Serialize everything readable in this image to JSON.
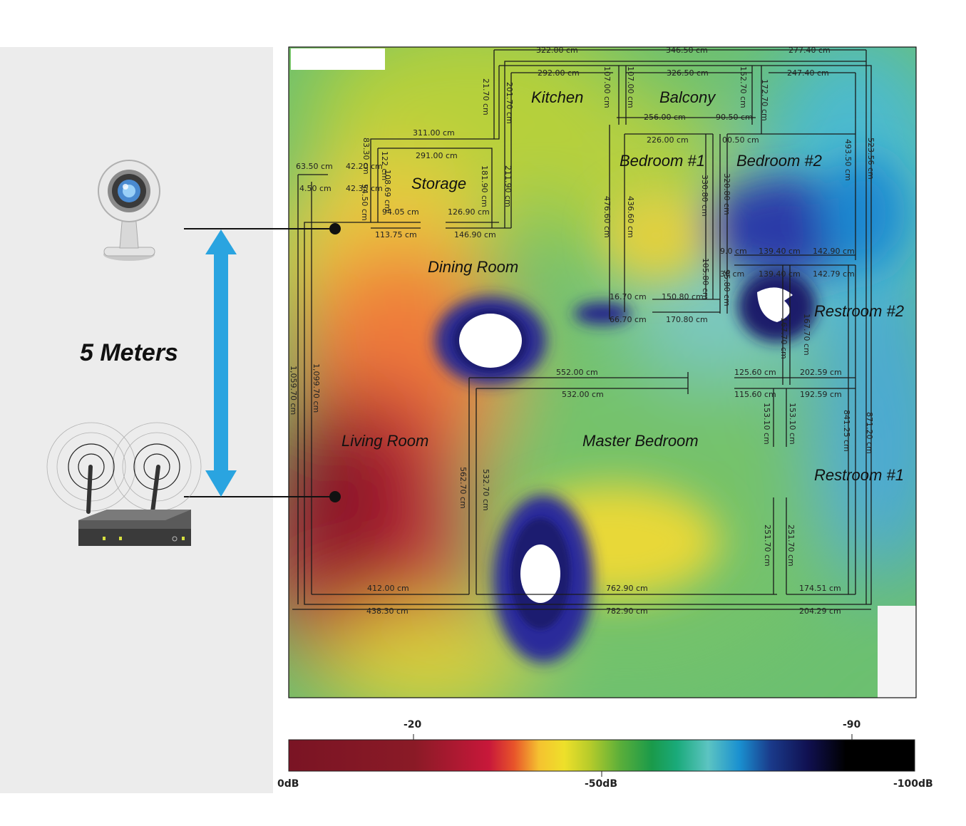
{
  "distance_label": "5 Meters",
  "rooms": {
    "kitchen": "Kitchen",
    "balcony": "Balcony",
    "storage": "Storage",
    "bedroom1": "Bedroom #1",
    "bedroom2": "Bedroom #2",
    "dining": "Dining Room",
    "restroom2": "Restroom #2",
    "living": "Living Room",
    "master": "Master Bedroom",
    "restroom1": "Restroom #1"
  },
  "dimensions": [
    "322.00 cm",
    "346.50 cm",
    "277.40 cm",
    "292.00 cm",
    "326.50 cm",
    "247.40 cm",
    "21.70 cm",
    "201.70 cm",
    "107.00 cm",
    "107.00 cm",
    "152.70 cm",
    "172.70 cm",
    "256.00 cm",
    "90.50 cm",
    "311.00 cm",
    "226.00 cm",
    "00.50 cm",
    "291.00 cm",
    "63.50 cm",
    "42.20 cm",
    "83.30 cm",
    "122 cm",
    "4.50 cm",
    "42.35 cm",
    "54.50 cm",
    "108.69 cm",
    "181.90 cm",
    "211.90 cm",
    "476.60 cm",
    "436.60 cm",
    "330.80 cm",
    "320.80 cm",
    "493.50 cm",
    "523.56 cm",
    "94.05 cm",
    "126.90 cm",
    "113.75 cm",
    "146.90 cm",
    "9.0 cm",
    "139.40 cm",
    "142.90 cm",
    "30 cm",
    "139.40 cm",
    "142.79 cm",
    "105.80 cm",
    "95.80 cm",
    "150.80 cm",
    "170.80 cm",
    "16.70 cm",
    "66.70 cm",
    "1,059.70 cm",
    "1,099.70 cm",
    "552.00 cm",
    "532.00 cm",
    "125.60 cm",
    "202.59 cm",
    "115.60 cm",
    "192.59 cm",
    "167.70 cm",
    "167.70 cm",
    "153.10 cm",
    "153.10 cm",
    "841.25 cm",
    "871.20 cm",
    "562.70 cm",
    "532.70 cm",
    "251.70 cm",
    "251.70 cm",
    "412.00 cm",
    "762.90 cm",
    "174.51 cm",
    "438.30 cm",
    "782.90 cm",
    "204.29 cm"
  ],
  "colorbar": {
    "top_ticks": [
      "-20",
      "-90"
    ],
    "bottom_ticks": [
      "0dB",
      "-50dB",
      "-100dB"
    ],
    "stops": [
      "#7a1424",
      "#8a1a26",
      "#c8183a",
      "#e8542a",
      "#f5c230",
      "#eee02a",
      "#b8cc2a",
      "#5aae3a",
      "#1a9a4a",
      "#1aaa7a",
      "#5cc4c2",
      "#1a90d0",
      "#1a3a8a",
      "#101050",
      "#000000"
    ]
  },
  "icons": {
    "camera": "camera-icon",
    "router": "router-icon"
  },
  "colors": {
    "arrow": "#2aa4e0",
    "panel": "#ececec",
    "wall": "#1a1a1a"
  }
}
